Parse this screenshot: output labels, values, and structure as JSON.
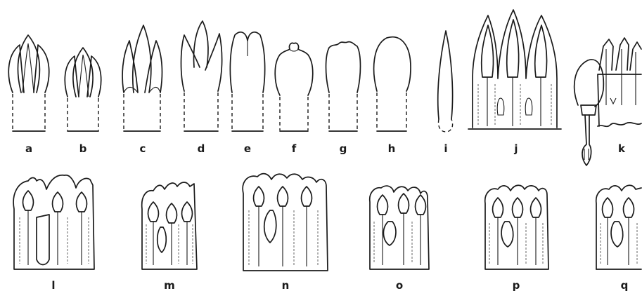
{
  "labels": {
    "a": "a",
    "b": "b",
    "c": "c",
    "d": "d",
    "e": "e",
    "f": "f",
    "g": "g",
    "h": "h",
    "i": "i",
    "j": "j",
    "k": "k",
    "l": "l",
    "m": "m",
    "n": "n",
    "o": "o",
    "p": "p",
    "q": "q"
  }
}
